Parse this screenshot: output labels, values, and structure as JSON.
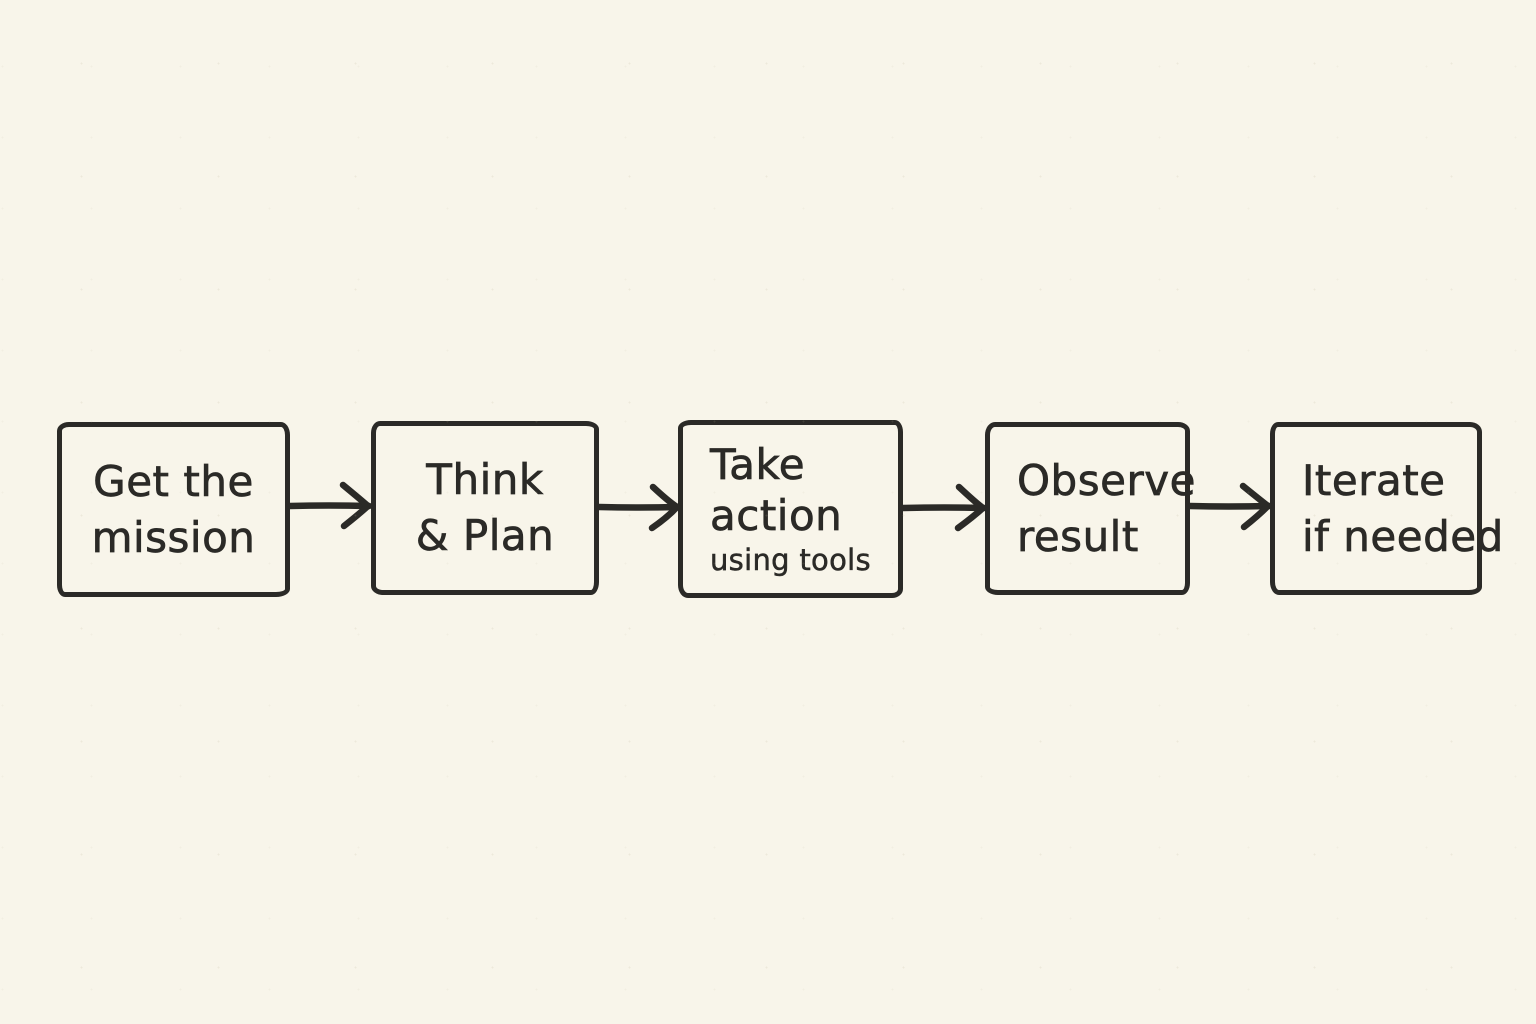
{
  "diagram": {
    "background_color": "#f8f5ea",
    "ink_color": "#2b2a27",
    "steps": [
      {
        "lines": [
          "Get the",
          "mission"
        ]
      },
      {
        "lines": [
          "Think",
          "& Plan"
        ]
      },
      {
        "lines": [
          "Take",
          "action"
        ],
        "sublabel": "using tools"
      },
      {
        "lines": [
          "Observe",
          "result"
        ]
      },
      {
        "lines": [
          "Iterate",
          "if needed"
        ]
      }
    ],
    "connectors": [
      {
        "icon": "arrow-right",
        "glyph": "→"
      },
      {
        "icon": "arrow-right",
        "glyph": "→"
      },
      {
        "icon": "arrow-right",
        "glyph": "→"
      },
      {
        "icon": "arrow-right",
        "glyph": "→"
      }
    ]
  }
}
